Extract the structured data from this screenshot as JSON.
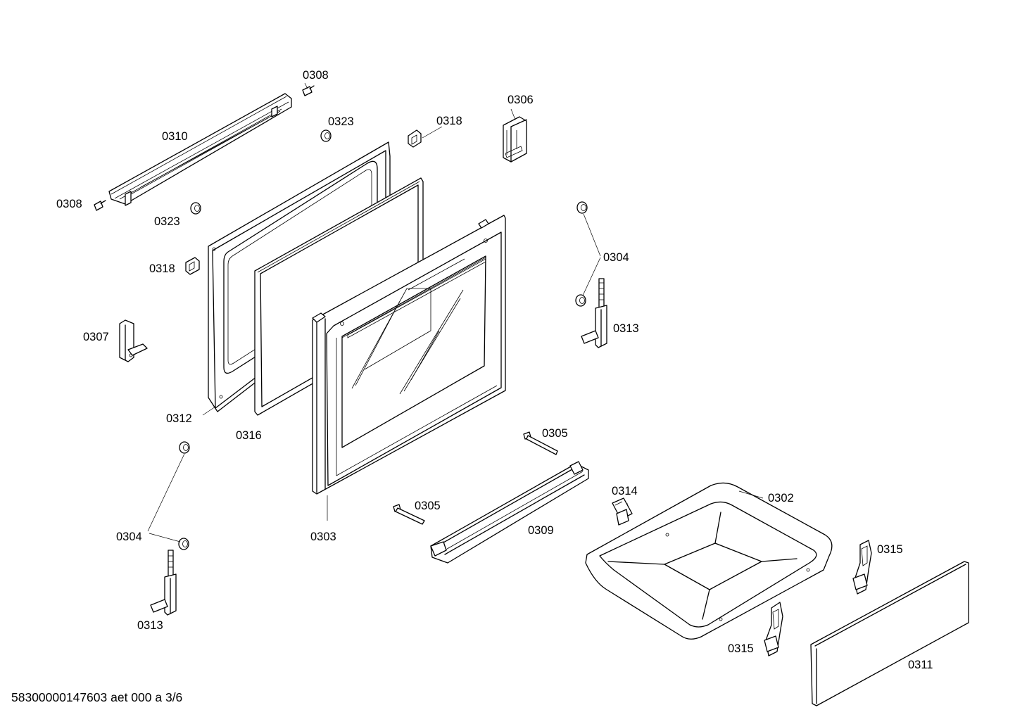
{
  "labels": {
    "p0302": "0302",
    "p0303": "0303",
    "p0304_top": "0304",
    "p0304_bottom": "0304",
    "p0305_right": "0305",
    "p0305_left": "0305",
    "p0306": "0306",
    "p0307": "0307",
    "p0308_top": "0308",
    "p0308_left": "0308",
    "p0309": "0309",
    "p0310": "0310",
    "p0311": "0311",
    "p0312": "0312",
    "p0313_right": "0313",
    "p0313_left": "0313",
    "p0314": "0314",
    "p0315_right": "0315",
    "p0315_left": "0315",
    "p0316": "0316",
    "p0318_right": "0318",
    "p0318_left": "0318",
    "p0323_top": "0323",
    "p0323_left": "0323"
  },
  "footer": {
    "drawing_id": "58300000147603 aet 000 a 3/6"
  }
}
